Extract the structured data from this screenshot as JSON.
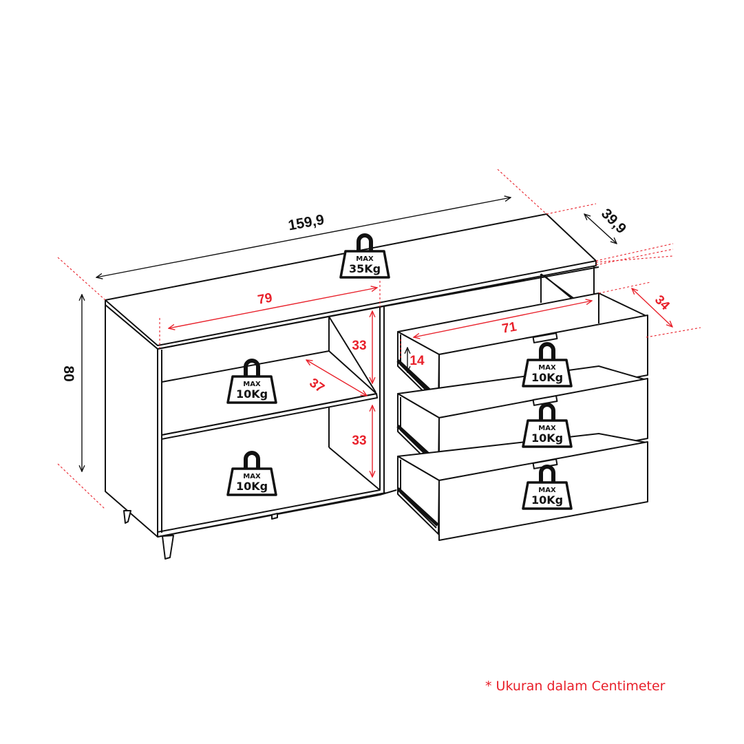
{
  "colors": {
    "outline": "#111111",
    "accent": "#e8202a",
    "background": "#ffffff"
  },
  "dimensions": {
    "overall_width": "159,9",
    "overall_depth": "39,9",
    "overall_height": "80",
    "shelf_width": "79",
    "shelf_depth": "37",
    "compartment_height_upper": "33",
    "compartment_height_lower": "33",
    "drawer_width": "71",
    "drawer_depth": "34",
    "drawer_height": "14"
  },
  "load_badges": {
    "max_label": "MAX",
    "top": "35Kg",
    "shelf_upper": "10Kg",
    "shelf_lower": "10Kg",
    "drawer_1": "10Kg",
    "drawer_2": "10Kg",
    "drawer_3": "10Kg"
  },
  "footnote": "* Ukuran dalam Centimeter",
  "icons": [
    "weight-icon"
  ]
}
